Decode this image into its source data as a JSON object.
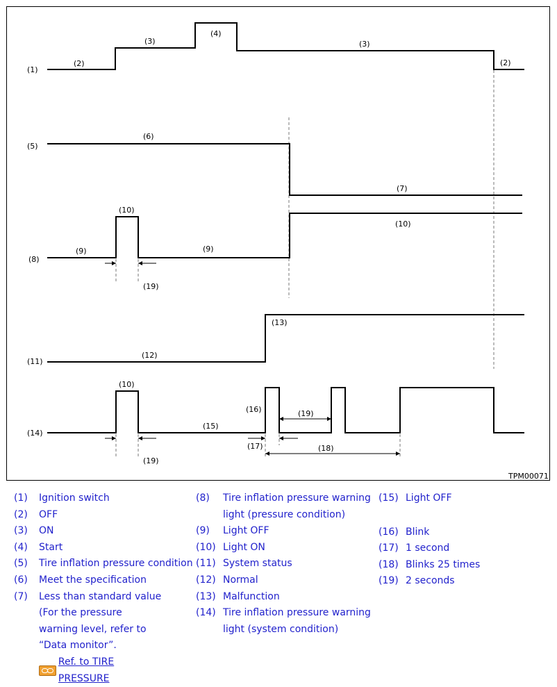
{
  "diagram": {
    "code": "TPM00071",
    "labels": {
      "l1": "(1)",
      "l2a": "(2)",
      "l3a": "(3)",
      "l4": "(4)",
      "l3b": "(3)",
      "l2b": "(2)",
      "l5": "(5)",
      "l6": "(6)",
      "l7": "(7)",
      "l8": "(8)",
      "l10a": "(10)",
      "l9a": "(9)",
      "l9b": "(9)",
      "l10b": "(10)",
      "l19a": "(19)",
      "l11": "(11)",
      "l12": "(12)",
      "l13": "(13)",
      "l14": "(14)",
      "l10c": "(10)",
      "l15": "(15)",
      "l16": "(16)",
      "l17": "(17)",
      "l19b": "(19)",
      "l18": "(18)",
      "l19c": "(19)"
    }
  },
  "legend": {
    "col1": [
      {
        "num": "(1)",
        "text": "Ignition switch"
      },
      {
        "num": "(2)",
        "text": "OFF"
      },
      {
        "num": "(3)",
        "text": "ON"
      },
      {
        "num": "(4)",
        "text": "Start"
      },
      {
        "num": "(5)",
        "text": "Tire inflation pressure condition"
      },
      {
        "num": "(6)",
        "text": "Meet the specification"
      },
      {
        "num": "(7)",
        "text": "Less than standard value (For the pressure warning level, refer to “Data monitor”."
      }
    ],
    "ref_link": "Ref. to TIRE PRESSURE",
    "ref_icon": "chain-link-icon",
    "col2": [
      {
        "num": "(8)",
        "text": "Tire inflation pressure warning light (pressure condition)"
      },
      {
        "num": "(9)",
        "text": "Light OFF"
      },
      {
        "num": "(10)",
        "text": "Light ON"
      },
      {
        "num": "(11)",
        "text": "System status"
      },
      {
        "num": "(12)",
        "text": "Normal"
      },
      {
        "num": "(13)",
        "text": "Malfunction"
      },
      {
        "num": "(14)",
        "text": "Tire inflation pressure warning light (system condition)"
      }
    ],
    "col3": [
      {
        "num": "(15)",
        "text": "Light OFF"
      },
      {
        "num": "(16)",
        "text": "Blink"
      },
      {
        "num": "(17)",
        "text": "1 second"
      },
      {
        "num": "(18)",
        "text": "Blinks 25 times"
      },
      {
        "num": "(19)",
        "text": "2 seconds"
      }
    ]
  },
  "colors": {
    "legend_text": "#2222cc",
    "ref_icon": "#f0a030"
  }
}
